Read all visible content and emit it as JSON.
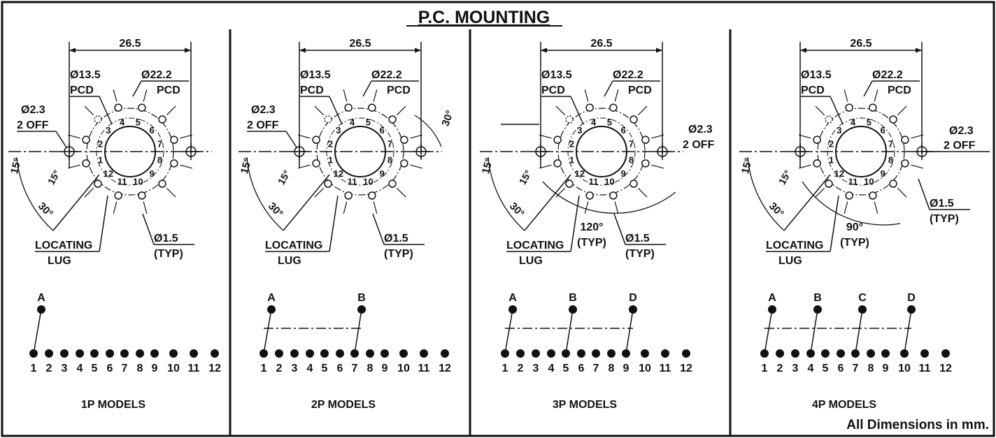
{
  "title": "P.C. MOUNTING",
  "footer_note": "All Dimensions in mm.",
  "pin_numbers": [
    "1",
    "2",
    "3",
    "4",
    "5",
    "6",
    "7",
    "8",
    "9",
    "10",
    "11",
    "12"
  ],
  "common_labels": {
    "span": "26.5",
    "inner_dia": "Ø13.5",
    "outer_dia": "Ø22.2",
    "pcd": "PCD",
    "mount_dia": "Ø2.3",
    "two_off": "2 OFF",
    "pin_dia": "Ø1.5",
    "typ": "(TYP)",
    "locating": "LOCATING",
    "lug": "LUG",
    "angle_15": "15°",
    "angle_30": "30°",
    "angle_30_right": "30°",
    "angle_120": "120°",
    "angle_90": "90°",
    "typ_angle": "(TYP)"
  },
  "panels": [
    {
      "model": "1P MODELS",
      "poles": [
        {
          "label": "A",
          "pin": 1
        }
      ]
    },
    {
      "model": "2P MODELS",
      "poles": [
        {
          "label": "A",
          "pin": 1
        },
        {
          "label": "B",
          "pin": 7
        }
      ]
    },
    {
      "model": "3P MODELS",
      "poles": [
        {
          "label": "A",
          "pin": 1
        },
        {
          "label": "B",
          "pin": 5
        },
        {
          "label": "D",
          "pin": 9
        }
      ]
    },
    {
      "model": "4P MODELS",
      "poles": [
        {
          "label": "A",
          "pin": 1
        },
        {
          "label": "B",
          "pin": 4
        },
        {
          "label": "C",
          "pin": 7
        },
        {
          "label": "D",
          "pin": 10
        }
      ]
    }
  ],
  "colors": {
    "ink": "#111111",
    "background": "#ffffff"
  }
}
